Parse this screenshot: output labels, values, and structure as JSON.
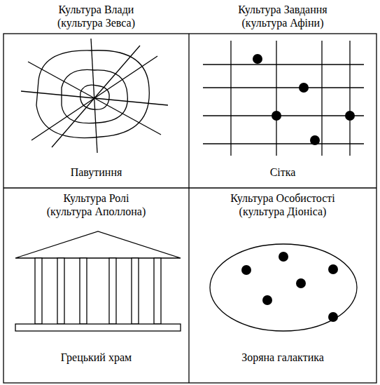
{
  "diagram": {
    "nodes": [
      {
        "text": [
          "Культура Влади (культура Зевса)",
          "Павутиння"
        ]
      },
      {
        "text": [
          "Культура Завдання (культура Афіни)",
          "Сітка"
        ]
      },
      {
        "text": [
          "Культура Ролі (культура Аполлона)",
          "Грецький храм"
        ]
      },
      {
        "text": [
          "Культура Особистості (культура Діоніса)",
          "Зоряна галактика"
        ]
      }
    ]
  }
}
